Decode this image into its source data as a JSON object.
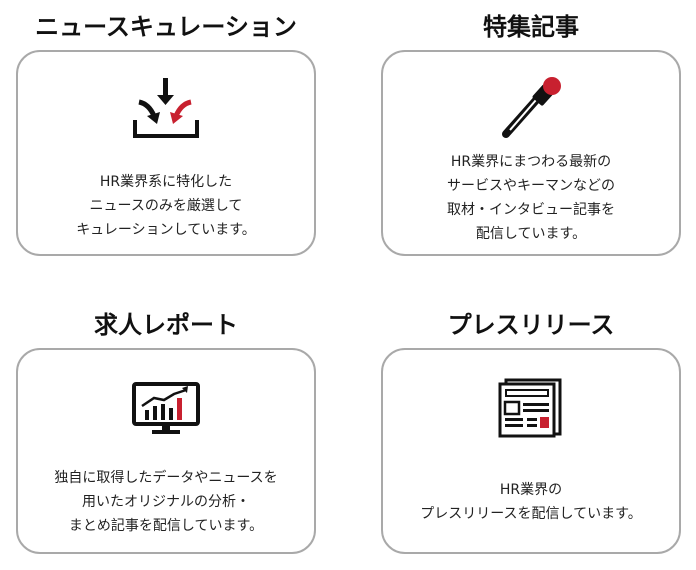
{
  "sections": [
    {
      "title": "ニュースキュレーション",
      "icon": "download-tray-icon",
      "lines": [
        "HR業界系に特化した",
        "ニュースのみを厳選して",
        "キュレーションしています。"
      ]
    },
    {
      "title": "特集記事",
      "icon": "microphone-icon",
      "lines": [
        "HR業界にまつわる最新の",
        "サービスやキーマンなどの",
        "取材・インタビュー記事を",
        "配信しています。"
      ]
    },
    {
      "title": "求人レポート",
      "icon": "monitor-chart-icon",
      "lines": [
        "独自に取得したデータやニュースを",
        "用いたオリジナルの分析・",
        "まとめ記事を配信しています。"
      ]
    },
    {
      "title": "プレスリリース",
      "icon": "newspaper-icon",
      "lines": [
        "HR業界の",
        "プレスリリースを配信しています。"
      ]
    }
  ],
  "colors": {
    "accent": "#c8202f",
    "border": "#a9a9a9",
    "ink": "#111111"
  }
}
